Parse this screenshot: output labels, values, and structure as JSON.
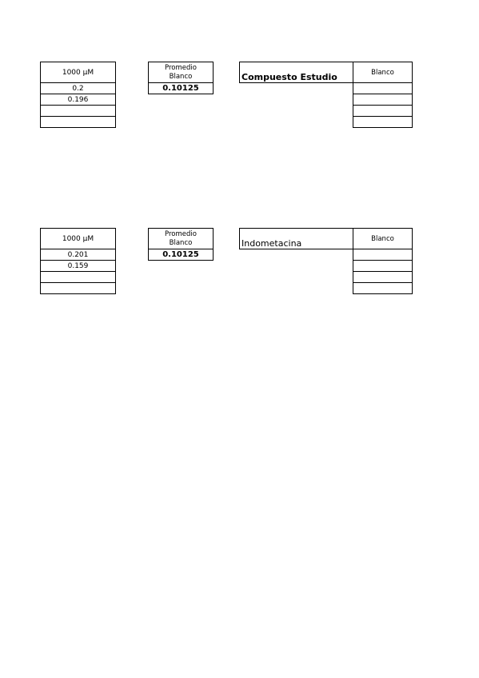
{
  "sections": [
    {
      "concentration": {
        "header": "1000 µM",
        "values": [
          "0.2",
          "0.196",
          "",
          ""
        ]
      },
      "average": {
        "header_line1": "Promedio",
        "header_line2": "Blanco",
        "value": "0.10125"
      },
      "compound": {
        "name": "Compuesto Estudio",
        "blank_header": "Blanco",
        "blank_values": [
          "",
          "",
          "",
          ""
        ]
      }
    },
    {
      "concentration": {
        "header": "1000 µM",
        "values": [
          "0.201",
          "0.159",
          "",
          ""
        ]
      },
      "average": {
        "header_line1": "Promedio",
        "header_line2": "Blanco",
        "value": "0.10125"
      },
      "compound": {
        "name": "Indometacina",
        "blank_header": "Blanco",
        "blank_values": [
          "",
          "",
          "",
          ""
        ]
      }
    }
  ]
}
